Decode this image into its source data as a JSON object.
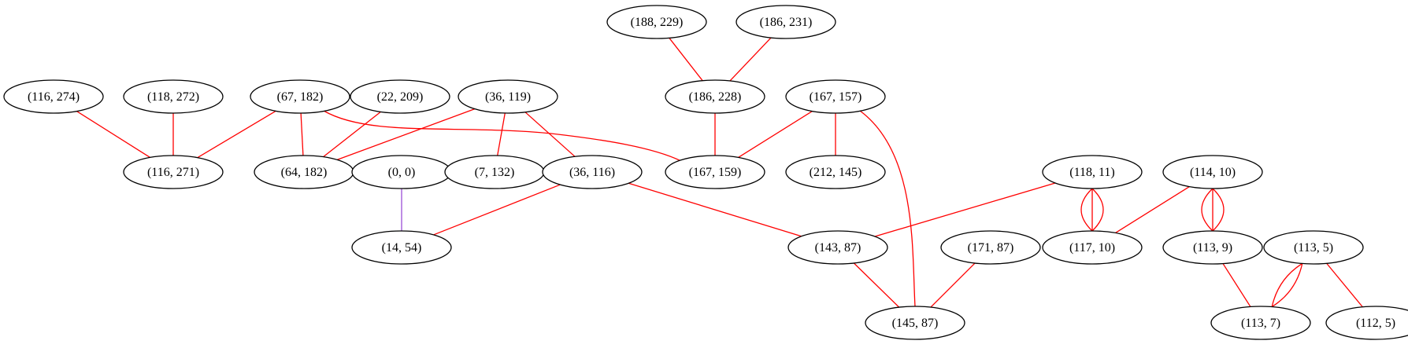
{
  "graph": {
    "nodes": [
      {
        "id": "n116_274",
        "label": "(116, 274)"
      },
      {
        "id": "n118_272",
        "label": "(118, 272)"
      },
      {
        "id": "n67_182",
        "label": "(67, 182)"
      },
      {
        "id": "n22_209",
        "label": "(22, 209)"
      },
      {
        "id": "n36_119",
        "label": "(36, 119)"
      },
      {
        "id": "n188_229",
        "label": "(188, 229)"
      },
      {
        "id": "n186_231",
        "label": "(186, 231)"
      },
      {
        "id": "n186_228",
        "label": "(186, 228)"
      },
      {
        "id": "n167_157",
        "label": "(167, 157)"
      },
      {
        "id": "n116_271",
        "label": "(116, 271)"
      },
      {
        "id": "n64_182",
        "label": "(64, 182)"
      },
      {
        "id": "n0_0",
        "label": "(0, 0)"
      },
      {
        "id": "n7_132",
        "label": "(7, 132)"
      },
      {
        "id": "n36_116",
        "label": "(36, 116)"
      },
      {
        "id": "n167_159",
        "label": "(167, 159)"
      },
      {
        "id": "n212_145",
        "label": "(212, 145)"
      },
      {
        "id": "n118_11",
        "label": "(118, 11)"
      },
      {
        "id": "n114_10",
        "label": "(114, 10)"
      },
      {
        "id": "n14_54",
        "label": "(14, 54)"
      },
      {
        "id": "n143_87",
        "label": "(143, 87)"
      },
      {
        "id": "n171_87",
        "label": "(171, 87)"
      },
      {
        "id": "n117_10",
        "label": "(117, 10)"
      },
      {
        "id": "n113_9",
        "label": "(113, 9)"
      },
      {
        "id": "n113_5",
        "label": "(113, 5)"
      },
      {
        "id": "n145_87",
        "label": "(145, 87)"
      },
      {
        "id": "n113_7",
        "label": "(113, 7)"
      },
      {
        "id": "n112_5",
        "label": "(112, 5)"
      }
    ],
    "edges": [
      {
        "source": "n116_274",
        "target": "n116_271",
        "color": "#ff0000"
      },
      {
        "source": "n118_272",
        "target": "n116_271",
        "color": "#ff0000"
      },
      {
        "source": "n67_182",
        "target": "n116_271",
        "color": "#ff0000"
      },
      {
        "source": "n67_182",
        "target": "n64_182",
        "color": "#ff0000"
      },
      {
        "source": "n67_182",
        "target": "n167_159",
        "color": "#ff0000"
      },
      {
        "source": "n22_209",
        "target": "n64_182",
        "color": "#ff0000"
      },
      {
        "source": "n36_119",
        "target": "n64_182",
        "color": "#ff0000"
      },
      {
        "source": "n36_119",
        "target": "n7_132",
        "color": "#ff0000"
      },
      {
        "source": "n36_119",
        "target": "n36_116",
        "color": "#ff0000"
      },
      {
        "source": "n188_229",
        "target": "n186_228",
        "color": "#ff0000"
      },
      {
        "source": "n186_231",
        "target": "n186_228",
        "color": "#ff0000"
      },
      {
        "source": "n186_228",
        "target": "n167_159",
        "color": "#ff0000"
      },
      {
        "source": "n167_157",
        "target": "n167_159",
        "color": "#ff0000"
      },
      {
        "source": "n167_157",
        "target": "n212_145",
        "color": "#ff0000"
      },
      {
        "source": "n167_157",
        "target": "n145_87",
        "color": "#ff0000"
      },
      {
        "source": "n0_0",
        "target": "n14_54",
        "color": "#9a4fd6"
      },
      {
        "source": "n36_116",
        "target": "n14_54",
        "color": "#ff0000"
      },
      {
        "source": "n36_116",
        "target": "n143_87",
        "color": "#ff0000"
      },
      {
        "source": "n118_11",
        "target": "n143_87",
        "color": "#ff0000"
      },
      {
        "source": "n118_11",
        "target": "n117_10",
        "color": "#ff0000"
      },
      {
        "source": "n118_11",
        "target": "n117_10",
        "color": "#ff0000"
      },
      {
        "source": "n118_11",
        "target": "n117_10",
        "color": "#ff0000"
      },
      {
        "source": "n114_10",
        "target": "n117_10",
        "color": "#ff0000"
      },
      {
        "source": "n114_10",
        "target": "n113_9",
        "color": "#ff0000"
      },
      {
        "source": "n114_10",
        "target": "n113_9",
        "color": "#ff0000"
      },
      {
        "source": "n114_10",
        "target": "n113_9",
        "color": "#ff0000"
      },
      {
        "source": "n143_87",
        "target": "n145_87",
        "color": "#ff0000"
      },
      {
        "source": "n171_87",
        "target": "n145_87",
        "color": "#ff0000"
      },
      {
        "source": "n113_9",
        "target": "n113_7",
        "color": "#ff0000"
      },
      {
        "source": "n113_5",
        "target": "n113_7",
        "color": "#ff0000"
      },
      {
        "source": "n113_5",
        "target": "n113_7",
        "color": "#ff0000"
      },
      {
        "source": "n113_5",
        "target": "n112_5",
        "color": "#ff0000"
      }
    ]
  }
}
